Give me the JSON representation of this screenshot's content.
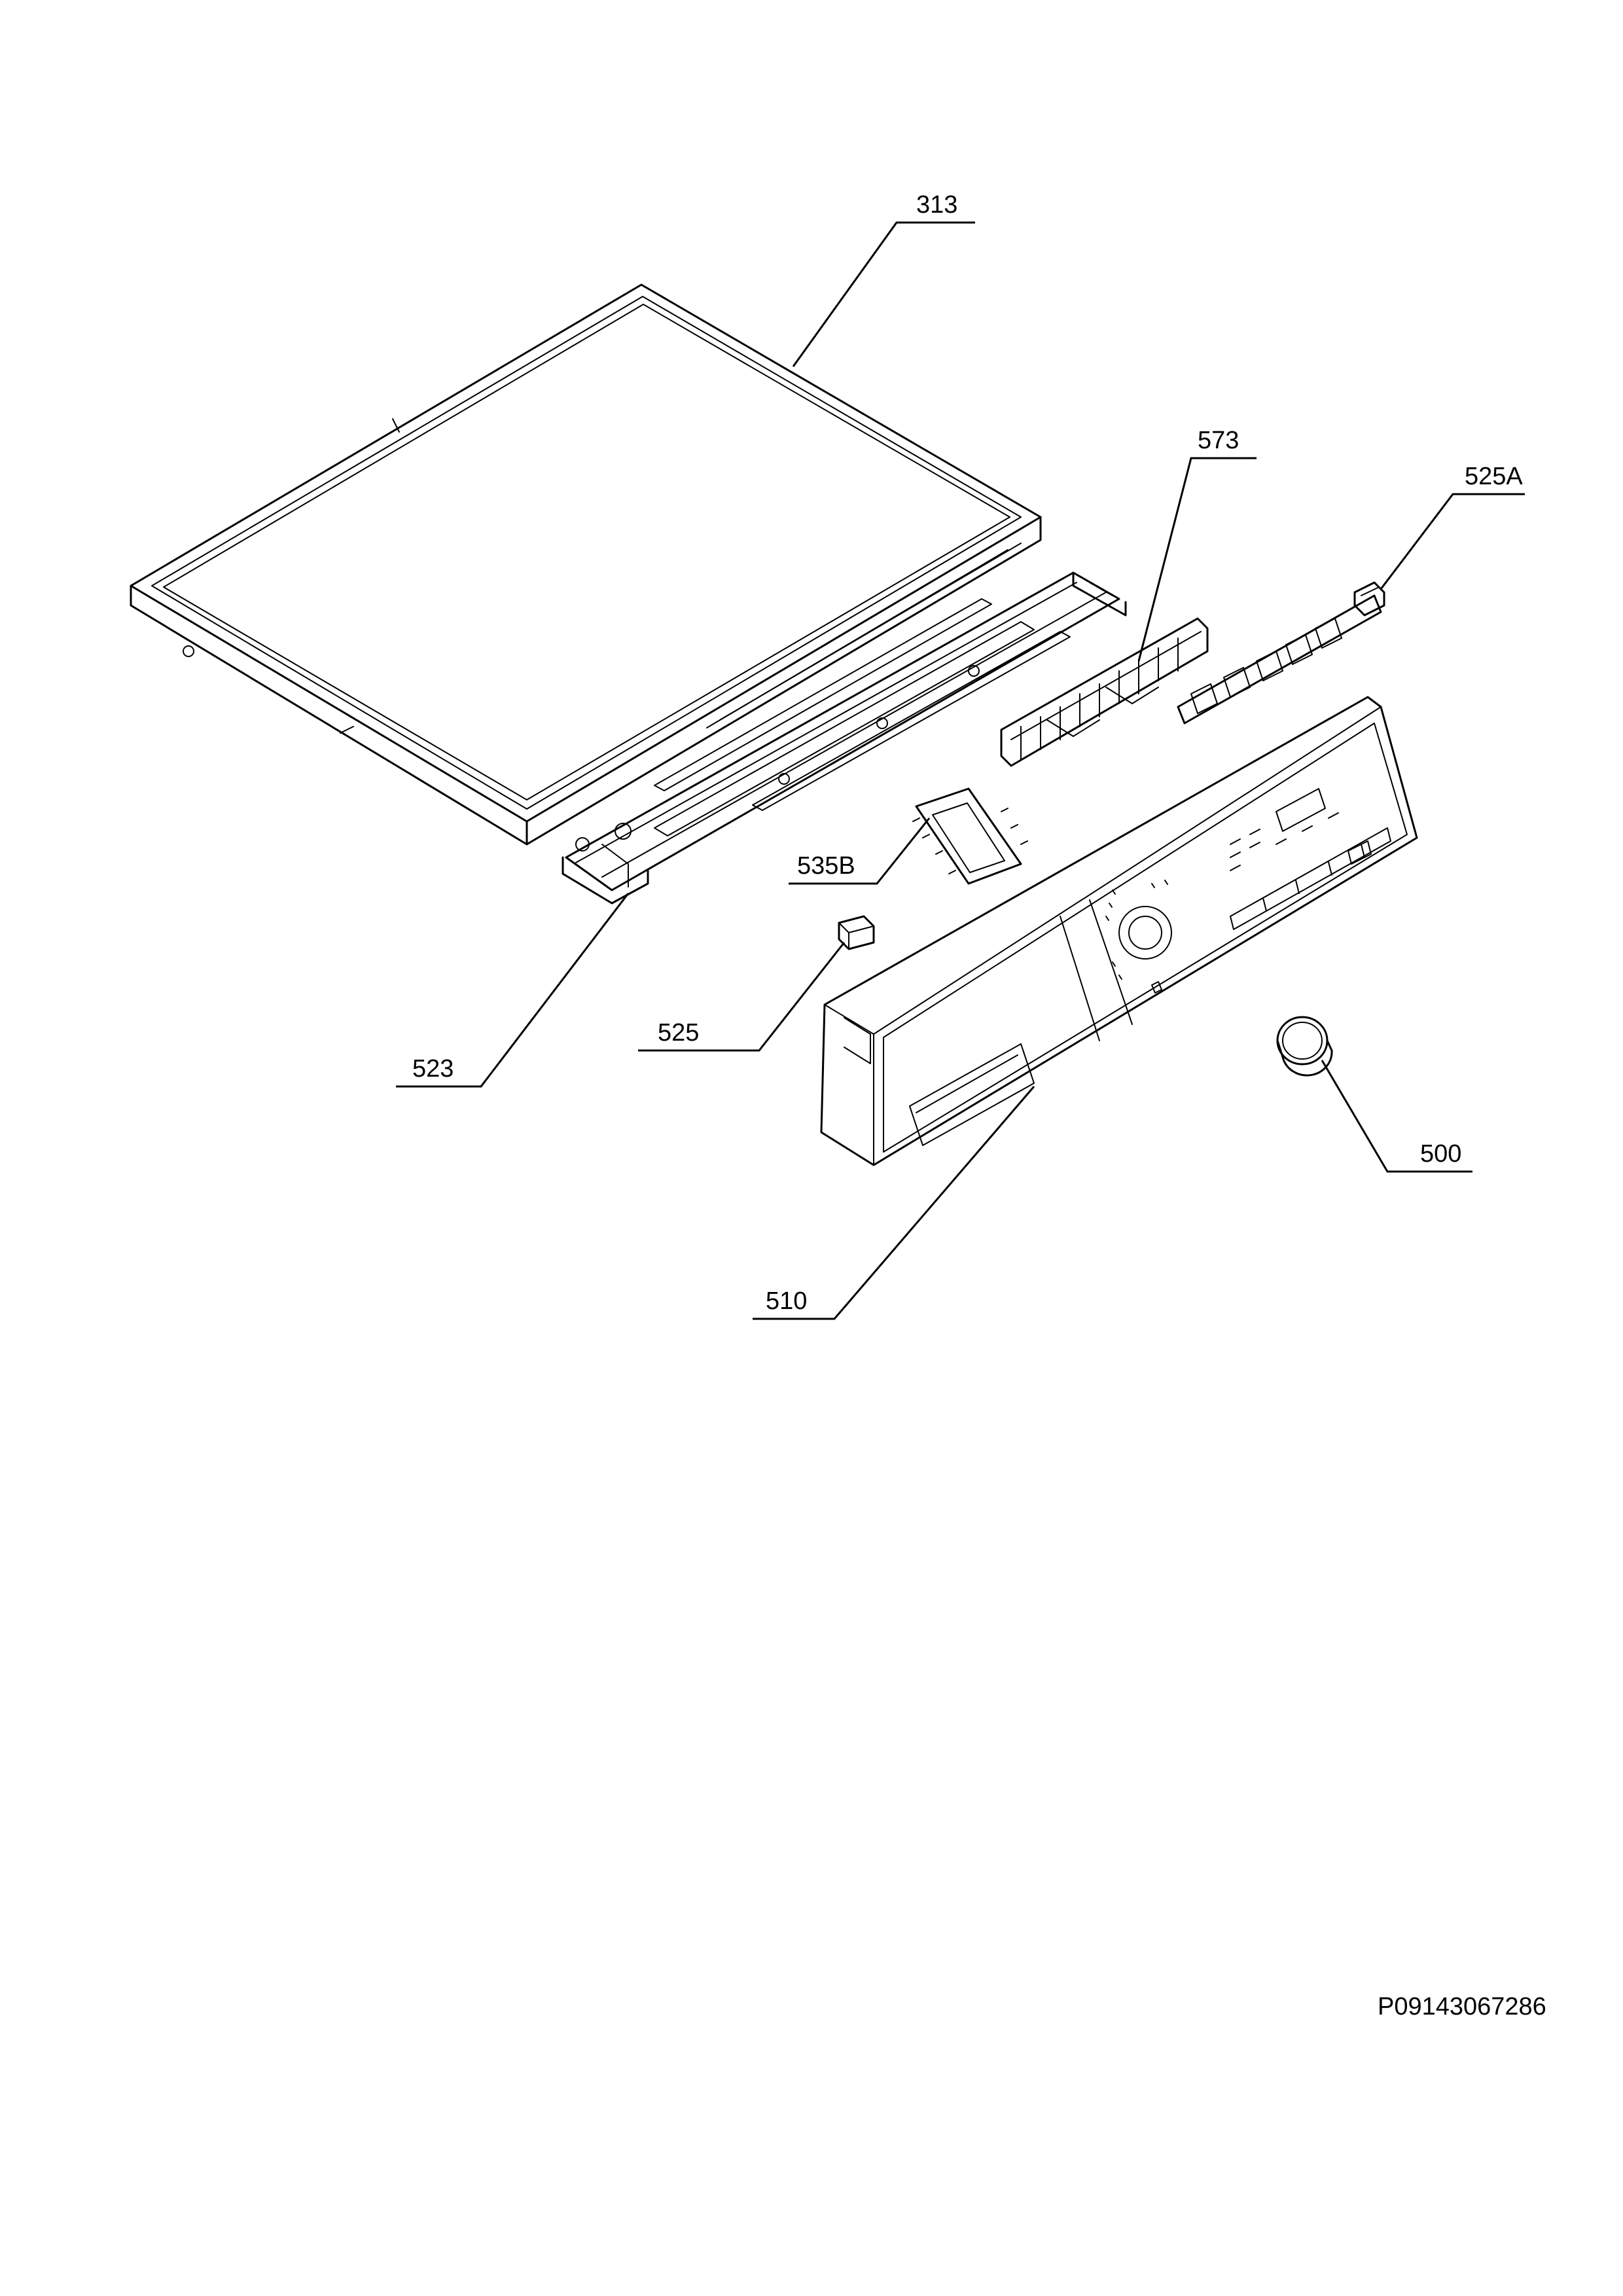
{
  "callouts": {
    "c313": "313",
    "c573": "573",
    "c525A": "525A",
    "c535B": "535B",
    "c525": "525",
    "c523": "523",
    "c500": "500",
    "c510": "510"
  },
  "drawing_code": "P09143067286"
}
